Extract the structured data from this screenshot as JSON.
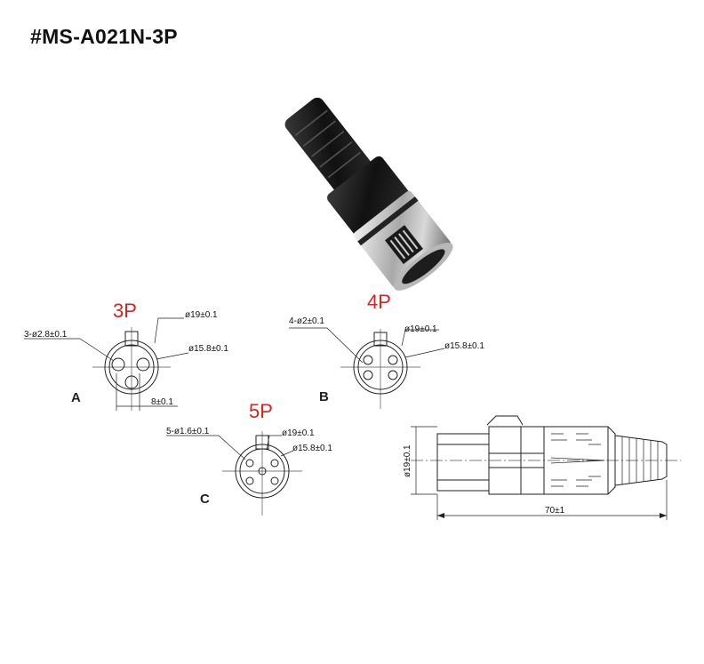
{
  "title": "#MS-A021N-3P",
  "variants": {
    "a": {
      "letter": "A",
      "pins": "3P",
      "pin_dim": "3-ø2.8±0.1",
      "outer_dim": "ø19±0.1",
      "inner_dim": "ø15.8±0.1",
      "spacing_dim": "8±0.1"
    },
    "b": {
      "letter": "B",
      "pins": "4P",
      "pin_dim": "4-ø2±0.1",
      "outer_dim": "ø19±0.1",
      "inner_dim": "ø15.8±0.1"
    },
    "c": {
      "letter": "C",
      "pins": "5P",
      "pin_dim": "5-ø1.6±0.1",
      "outer_dim": "ø19±0.1",
      "inner_dim": "ø15.8±0.1"
    }
  },
  "side_view": {
    "diameter_dim": "ø19±0.1",
    "length_dim": "70±1"
  },
  "colors": {
    "pin_label": "#d8231d",
    "line": "#222222"
  }
}
